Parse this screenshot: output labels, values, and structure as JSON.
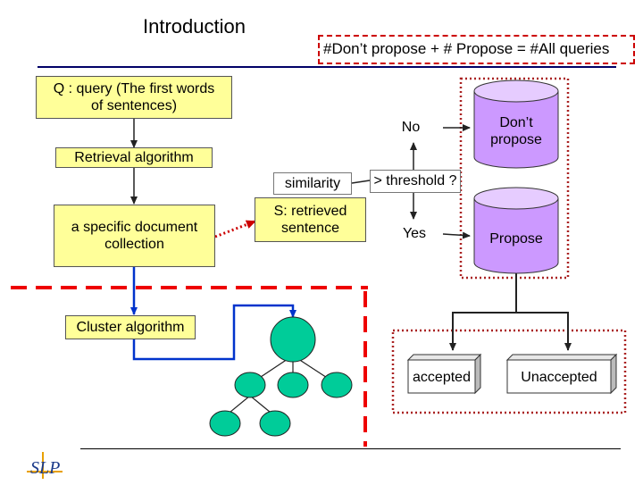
{
  "slide": {
    "title": "Introduction",
    "equation": "#Don’t propose + # Propose = #All queries"
  },
  "boxes": {
    "query": "Q : query (The first words\nof sentences)",
    "retrieval": "Retrieval algorithm",
    "collection": "a specific document\ncollection",
    "cluster": "Cluster algorithm",
    "similarity": "similarity",
    "retrieved": "S: retrieved\nsentence",
    "threshold": "> threshold ?",
    "no": "No",
    "yes": "Yes",
    "accepted": "accepted",
    "unaccepted": "Unaccepted"
  },
  "cylinders": {
    "dont_propose": "Don’t\npropose",
    "propose": "Propose"
  },
  "logo": {
    "text": "SLP",
    "icon": "slp-logo"
  },
  "colors": {
    "yellow_fill": "#ffff99",
    "cylinder_fill": "#cc99ff",
    "tree_node_fill": "#00cc99",
    "dashed_red": "#cc0000",
    "blue_arrow": "#0033cc",
    "flow_dark": "#222222"
  }
}
